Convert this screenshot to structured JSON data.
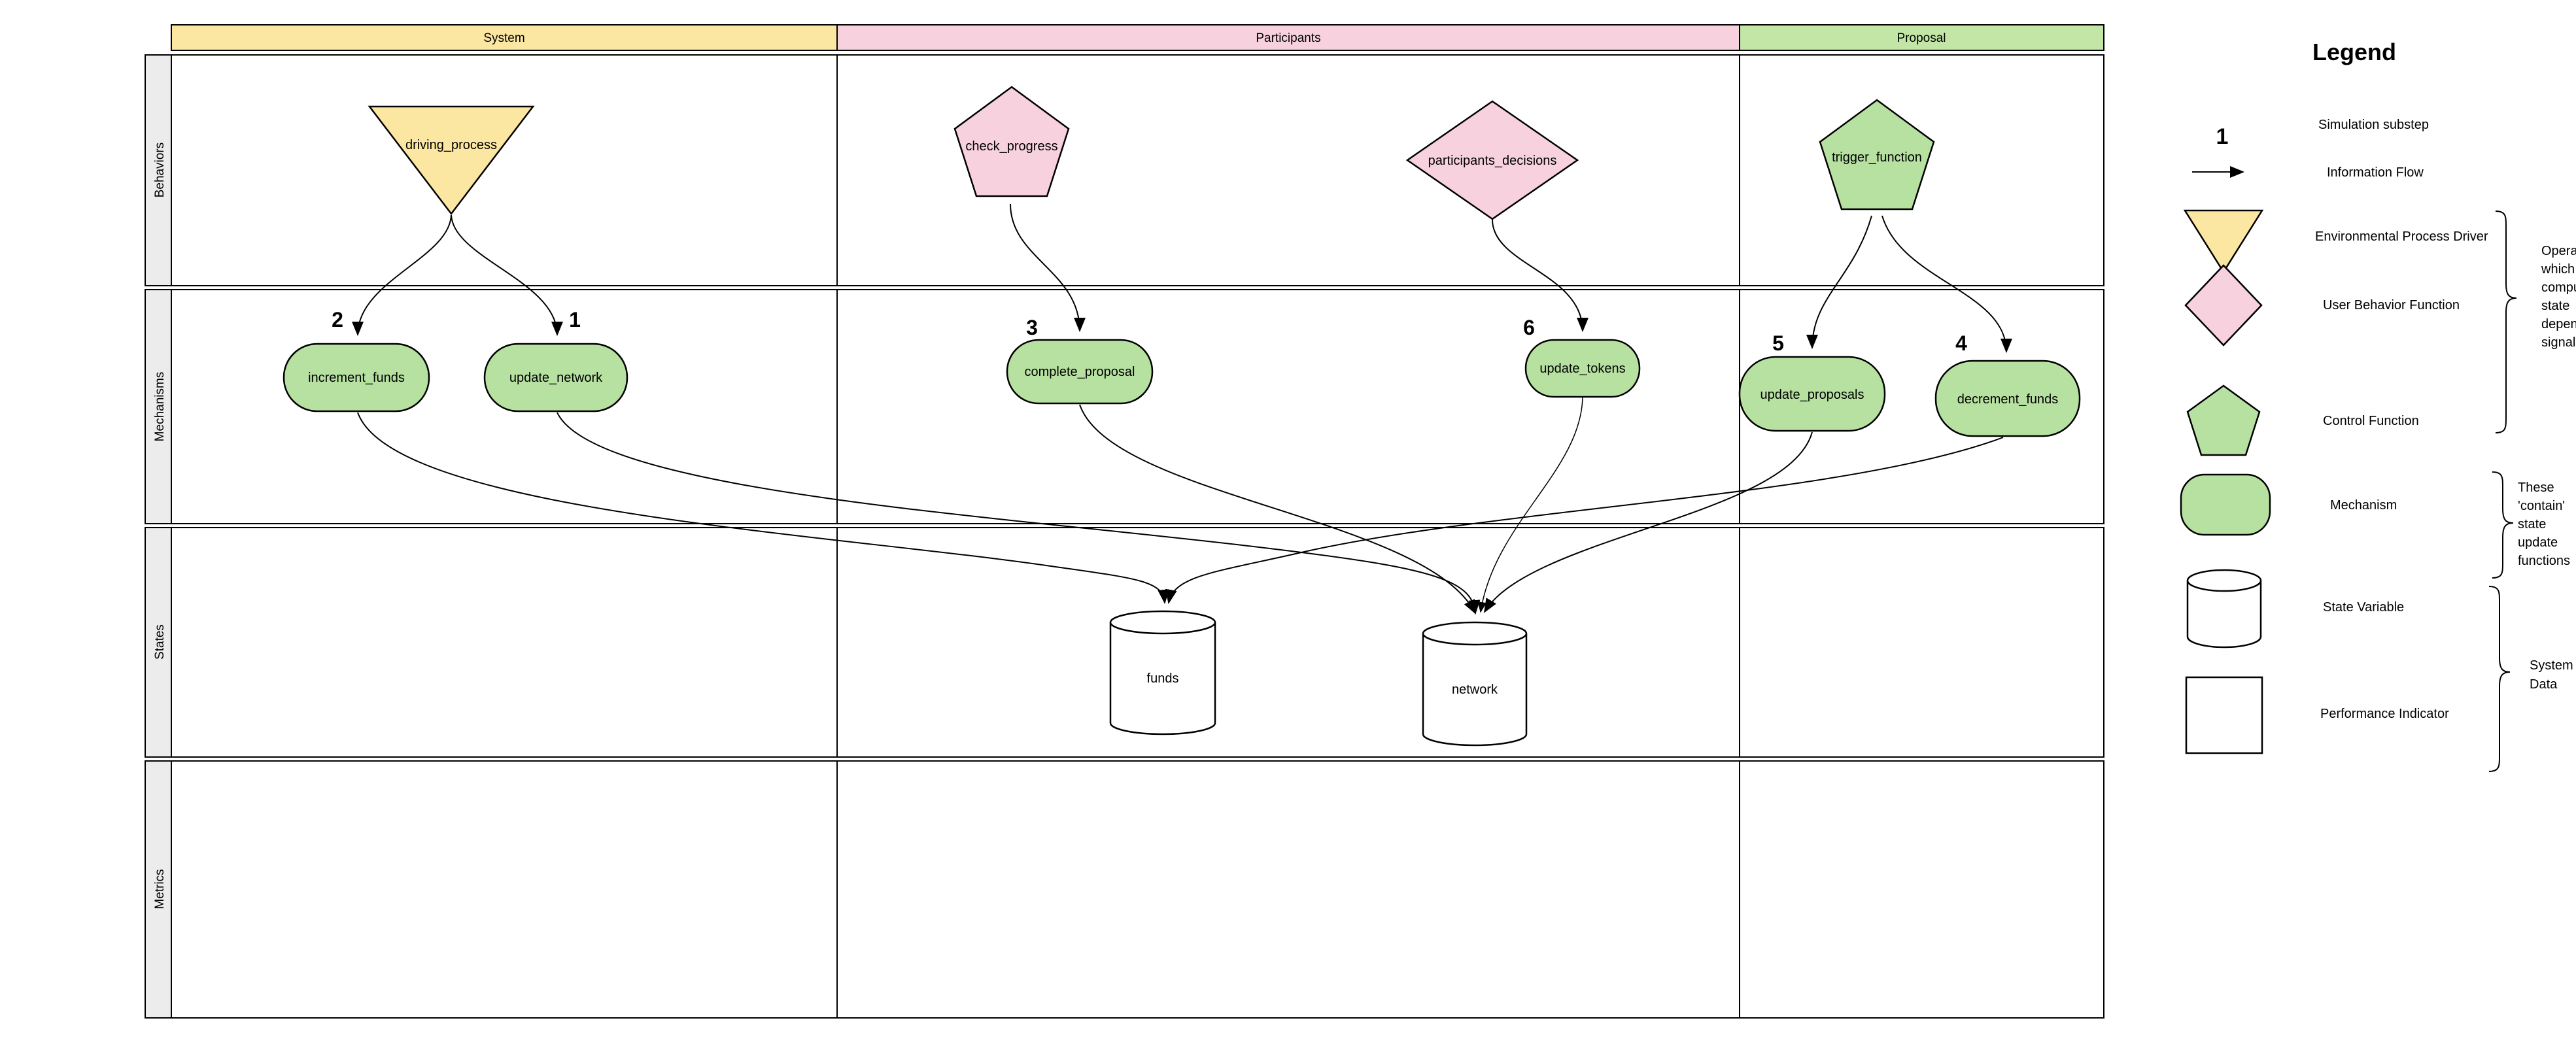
{
  "diagram": {
    "columns": [
      {
        "label": "System",
        "color": "#fbe6a2"
      },
      {
        "label": "Participants",
        "color": "#f7d1de"
      },
      {
        "label": "Proposal",
        "color": "#c3e6a6"
      }
    ],
    "lanes": [
      {
        "label": "Behaviors"
      },
      {
        "label": "Mechanisms"
      },
      {
        "label": "States"
      },
      {
        "label": "Metrics"
      }
    ],
    "nodes": [
      {
        "id": "driving_process",
        "label": "driving_process",
        "type": "environmental-process-driver",
        "shape": "triangle",
        "color": "#fbe6a2"
      },
      {
        "id": "check_progress",
        "label": "check_progress",
        "type": "behavior-function",
        "shape": "pentagon",
        "color": "#f7d1de"
      },
      {
        "id": "participants_decisions",
        "label": "participants_decisions",
        "type": "user-behavior-function",
        "shape": "diamond",
        "color": "#f7d1de"
      },
      {
        "id": "trigger_function",
        "label": "trigger_function",
        "type": "control-function",
        "shape": "pentagon",
        "color": "#b7e1a1"
      },
      {
        "id": "increment_funds",
        "label": "increment_funds",
        "type": "mechanism",
        "substep": "2",
        "color": "#b7e1a1"
      },
      {
        "id": "update_network",
        "label": "update_network",
        "type": "mechanism",
        "substep": "1",
        "color": "#b7e1a1"
      },
      {
        "id": "complete_proposal",
        "label": "complete_proposal",
        "type": "mechanism",
        "substep": "3",
        "color": "#b7e1a1"
      },
      {
        "id": "update_tokens",
        "label": "update_tokens",
        "type": "mechanism",
        "substep": "6",
        "color": "#b7e1a1"
      },
      {
        "id": "update_proposals",
        "label": "update_proposals",
        "type": "mechanism",
        "substep": "5",
        "color": "#b7e1a1"
      },
      {
        "id": "decrement_funds",
        "label": "decrement_funds",
        "type": "mechanism",
        "substep": "4",
        "color": "#b7e1a1"
      },
      {
        "id": "funds",
        "label": "funds",
        "type": "state-variable",
        "shape": "cylinder",
        "color": "#ffffff"
      },
      {
        "id": "network",
        "label": "network",
        "type": "state-variable",
        "shape": "cylinder",
        "color": "#ffffff"
      }
    ],
    "edges": [
      {
        "from": "driving_process",
        "to": "increment_funds",
        "substep": "2"
      },
      {
        "from": "driving_process",
        "to": "update_network",
        "substep": "1"
      },
      {
        "from": "check_progress",
        "to": "complete_proposal",
        "substep": "3"
      },
      {
        "from": "participants_decisions",
        "to": "update_tokens",
        "substep": "6"
      },
      {
        "from": "trigger_function",
        "to": "update_proposals",
        "substep": "5"
      },
      {
        "from": "trigger_function",
        "to": "decrement_funds",
        "substep": "4"
      },
      {
        "from": "increment_funds",
        "to": "funds"
      },
      {
        "from": "update_network",
        "to": "network"
      },
      {
        "from": "complete_proposal",
        "to": "network"
      },
      {
        "from": "update_tokens",
        "to": "network"
      },
      {
        "from": "update_proposals",
        "to": "network"
      },
      {
        "from": "decrement_funds",
        "to": "funds"
      }
    ]
  },
  "legend": {
    "title": "Legend",
    "items": [
      {
        "icon": "substep-number",
        "symbol": "1",
        "label": "Simulation substep"
      },
      {
        "icon": "flow-arrow",
        "label": "Information Flow"
      },
      {
        "icon": "triangle",
        "label": "Environmental Process Driver"
      },
      {
        "icon": "diamond",
        "label": "User Behavior Function"
      },
      {
        "icon": "pentagon",
        "label": "Control Function"
      },
      {
        "icon": "mechanism-pill",
        "label": "Mechanism"
      },
      {
        "icon": "cylinder",
        "label": "State Variable"
      },
      {
        "icon": "square",
        "label": "Performance Indicator"
      }
    ],
    "annotations": [
      {
        "lines": [
          "Operators",
          "which",
          "compute",
          "state",
          "dependent",
          "signals"
        ]
      },
      {
        "lines": [
          "These",
          "'contain'",
          "state",
          "update",
          "functions"
        ]
      },
      {
        "lines": [
          "System",
          "Data"
        ]
      }
    ]
  }
}
